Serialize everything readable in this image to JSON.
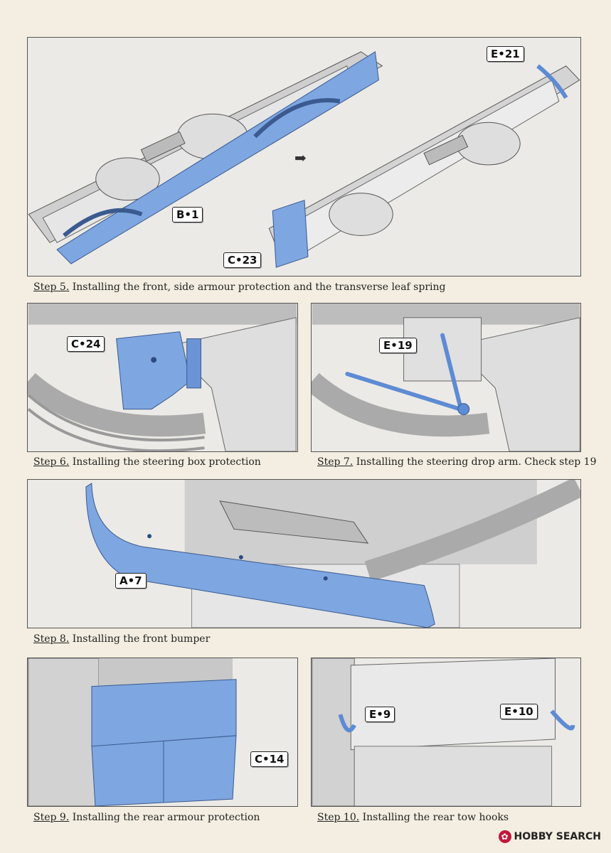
{
  "steps": [
    {
      "num": "Step 5.",
      "text": " Installing the front, side armour protection and the transverse leaf spring",
      "tags": [
        "B•1",
        "C•23",
        "E•21"
      ]
    },
    {
      "num": "Step 6.",
      "text": " Installing the steering box protection",
      "tags": [
        "C•24"
      ]
    },
    {
      "num": "Step 7.",
      "text": " Installing the steering drop arm. Check step 19",
      "tags": [
        "E•19"
      ]
    },
    {
      "num": "Step 8.",
      "text": " Installing the front bumper",
      "tags": [
        "A•7"
      ]
    },
    {
      "num": "Step 9.",
      "text": " Installing the rear armour protection",
      "tags": [
        "C•14"
      ]
    },
    {
      "num": "Step 10.",
      "text": " Installing the rear tow hooks",
      "tags": [
        "E•9",
        "E•10"
      ]
    }
  ],
  "logo": {
    "text": "HOBBY SEARCH"
  },
  "colors": {
    "part_highlight": "#7ea6e0",
    "metal": "#d9d9d9",
    "paper": "#f3eee1"
  }
}
